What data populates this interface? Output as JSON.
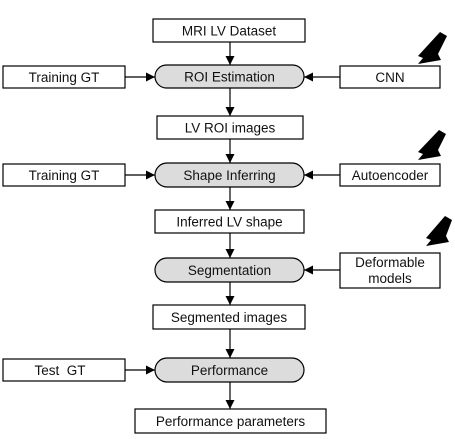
{
  "colors": {
    "stroke": "#000000",
    "box_fill": "#ffffff",
    "process_fill": "#dcdcdc",
    "pointer_fill": "#000000"
  },
  "nodes": {
    "dataset": "MRI LV Dataset",
    "roi_estimation": "ROI Estimation",
    "lv_roi_images": "LV ROI images",
    "shape_inferring": "Shape Inferring",
    "inferred_shape": "Inferred LV shape",
    "segmentation": "Segmentation",
    "segmented_images": "Segmented images",
    "performance": "Performance",
    "performance_parameters": "Performance parameters"
  },
  "inputs": {
    "training_gt_1": "Training GT",
    "cnn": "CNN",
    "training_gt_2": "Training GT",
    "autoencoder": "Autoencoder",
    "deformable_line1": "Deformable",
    "deformable_line2": "models",
    "test_gt": "Test  GT"
  },
  "icons": [
    "pointer-arrow-icon",
    "pointer-arrow-icon",
    "pointer-arrow-icon"
  ]
}
